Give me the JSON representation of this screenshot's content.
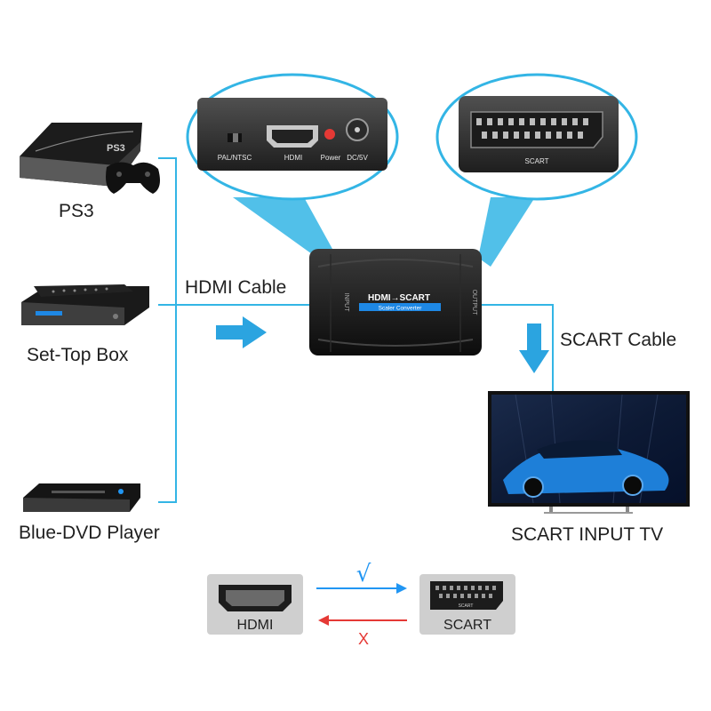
{
  "sources": {
    "ps3": "PS3",
    "ps3_logo": "PS3",
    "settop": "Set-Top Box",
    "bluray": "Blue-DVD Player"
  },
  "cables": {
    "hdmi": "HDMI Cable",
    "scart": "SCART Cable"
  },
  "converter": {
    "title": "HDMI→SCART",
    "subtitle": "Scaler Converter",
    "input_label": "INPUT",
    "output_label": "OUTPUT"
  },
  "input_panel": {
    "switch_label": "PAL/NTSC",
    "hdmi_label": "HDMI",
    "power_label": "Power",
    "dc_label": "DC/5V"
  },
  "output_panel": {
    "scart_label": "SCART"
  },
  "tv": {
    "label": "SCART INPUT TV"
  },
  "legend": {
    "hdmi": "HDMI",
    "scart": "SCART",
    "scart_small": "SCART",
    "check": "√",
    "cross": "X"
  },
  "colors": {
    "cyan": "#33b5e5",
    "red": "#e53935",
    "blue": "#2196f3"
  }
}
